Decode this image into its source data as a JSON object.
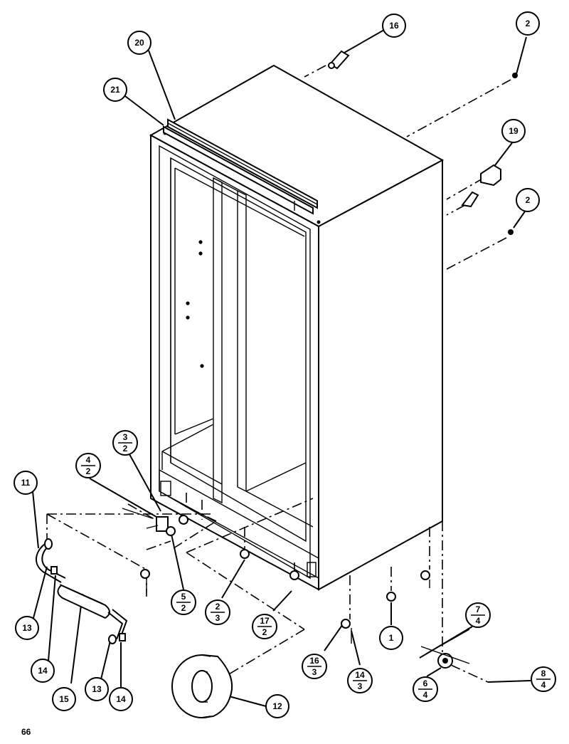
{
  "callouts": [
    {
      "id": "c20",
      "label": "20"
    },
    {
      "id": "c21",
      "label": "21"
    },
    {
      "id": "c16",
      "label": "16"
    },
    {
      "id": "c2a",
      "label": "2"
    },
    {
      "id": "c19",
      "label": "19"
    },
    {
      "id": "c2b",
      "label": "2"
    },
    {
      "id": "c11",
      "label": "11"
    },
    {
      "id": "c13a",
      "label": "13"
    },
    {
      "id": "c14a",
      "label": "14"
    },
    {
      "id": "c15",
      "label": "15"
    },
    {
      "id": "c13b",
      "label": "13"
    },
    {
      "id": "c14b",
      "label": "14"
    },
    {
      "id": "c12",
      "label": "12"
    },
    {
      "id": "c1",
      "label": "1"
    },
    {
      "id": "c4_2",
      "num": "4",
      "den": "2"
    },
    {
      "id": "c3_2",
      "num": "3",
      "den": "2"
    },
    {
      "id": "c5_2",
      "num": "5",
      "den": "2"
    },
    {
      "id": "c2_3",
      "num": "2",
      "den": "3"
    },
    {
      "id": "c17_2",
      "num": "17",
      "den": "2"
    },
    {
      "id": "c16_3",
      "num": "16",
      "den": "3"
    },
    {
      "id": "c14_3",
      "num": "14",
      "den": "3"
    },
    {
      "id": "c7_4",
      "num": "7",
      "den": "4"
    },
    {
      "id": "c6_4",
      "num": "6",
      "den": "4"
    },
    {
      "id": "c8_4",
      "num": "8",
      "den": "4"
    }
  ],
  "page_number": "66"
}
